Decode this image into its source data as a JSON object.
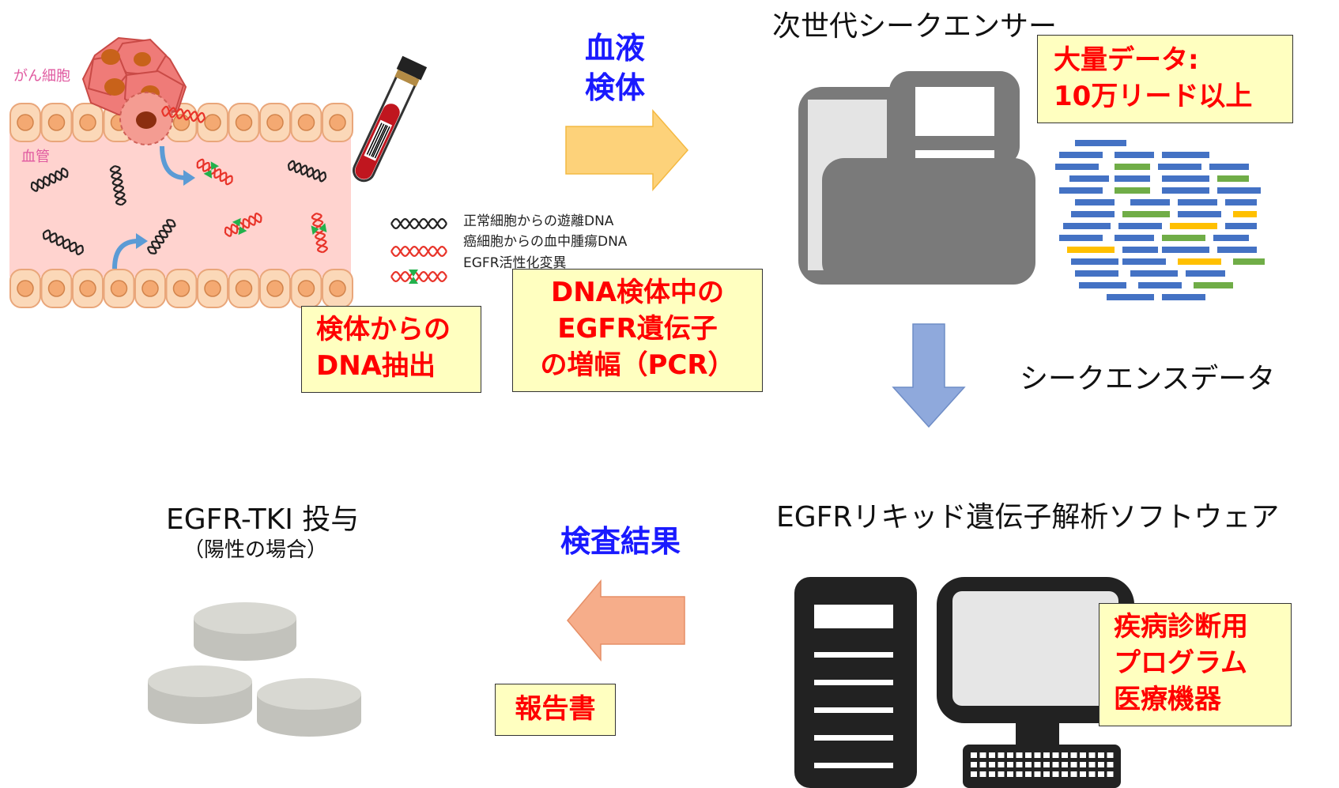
{
  "labels": {
    "cancer_cell": "がん細胞",
    "blood_vessel": "血管",
    "blood_sample": [
      "血液",
      "検体"
    ],
    "sequencer_title": "次世代シークエンサー",
    "sequence_data": "シークエンスデータ",
    "software_title": "EGFRリキッド遺伝子解析ソフトウェア",
    "test_result": "検査結果",
    "treatment_title": "EGFR-TKI 投与",
    "treatment_sub": "（陽性の場合）"
  },
  "legend": [
    {
      "color": "#222222",
      "label": "正常細胞からの遊離DNA"
    },
    {
      "color": "#e8342a",
      "label": "癌細胞からの血中腫瘍DNA"
    },
    {
      "color": "#e8342a",
      "label": "EGFR活性化変異"
    }
  ],
  "notes": {
    "dna_extraction": [
      "検体からの",
      "DNA抽出"
    ],
    "pcr": [
      "DNA検体中の",
      "EGFR遺伝子",
      "の増幅（PCR）"
    ],
    "big_data": [
      "大量データ:",
      "10万リード以上"
    ],
    "medical_device": [
      "疾病診断用",
      "プログラム",
      "医療機器"
    ],
    "report": "報告書"
  },
  "colors": {
    "note_bg": "#ffffc0",
    "note_text": "#ff0000",
    "accent_blue": "#1a1aff",
    "arrow_right": "#fdd27a",
    "arrow_down": "#8fa9dc",
    "arrow_left": "#f6ad8a",
    "vessel": "#ffd0cc",
    "read_blue": "#4472c4",
    "read_green": "#70ad47",
    "read_yellow": "#ffc000"
  }
}
